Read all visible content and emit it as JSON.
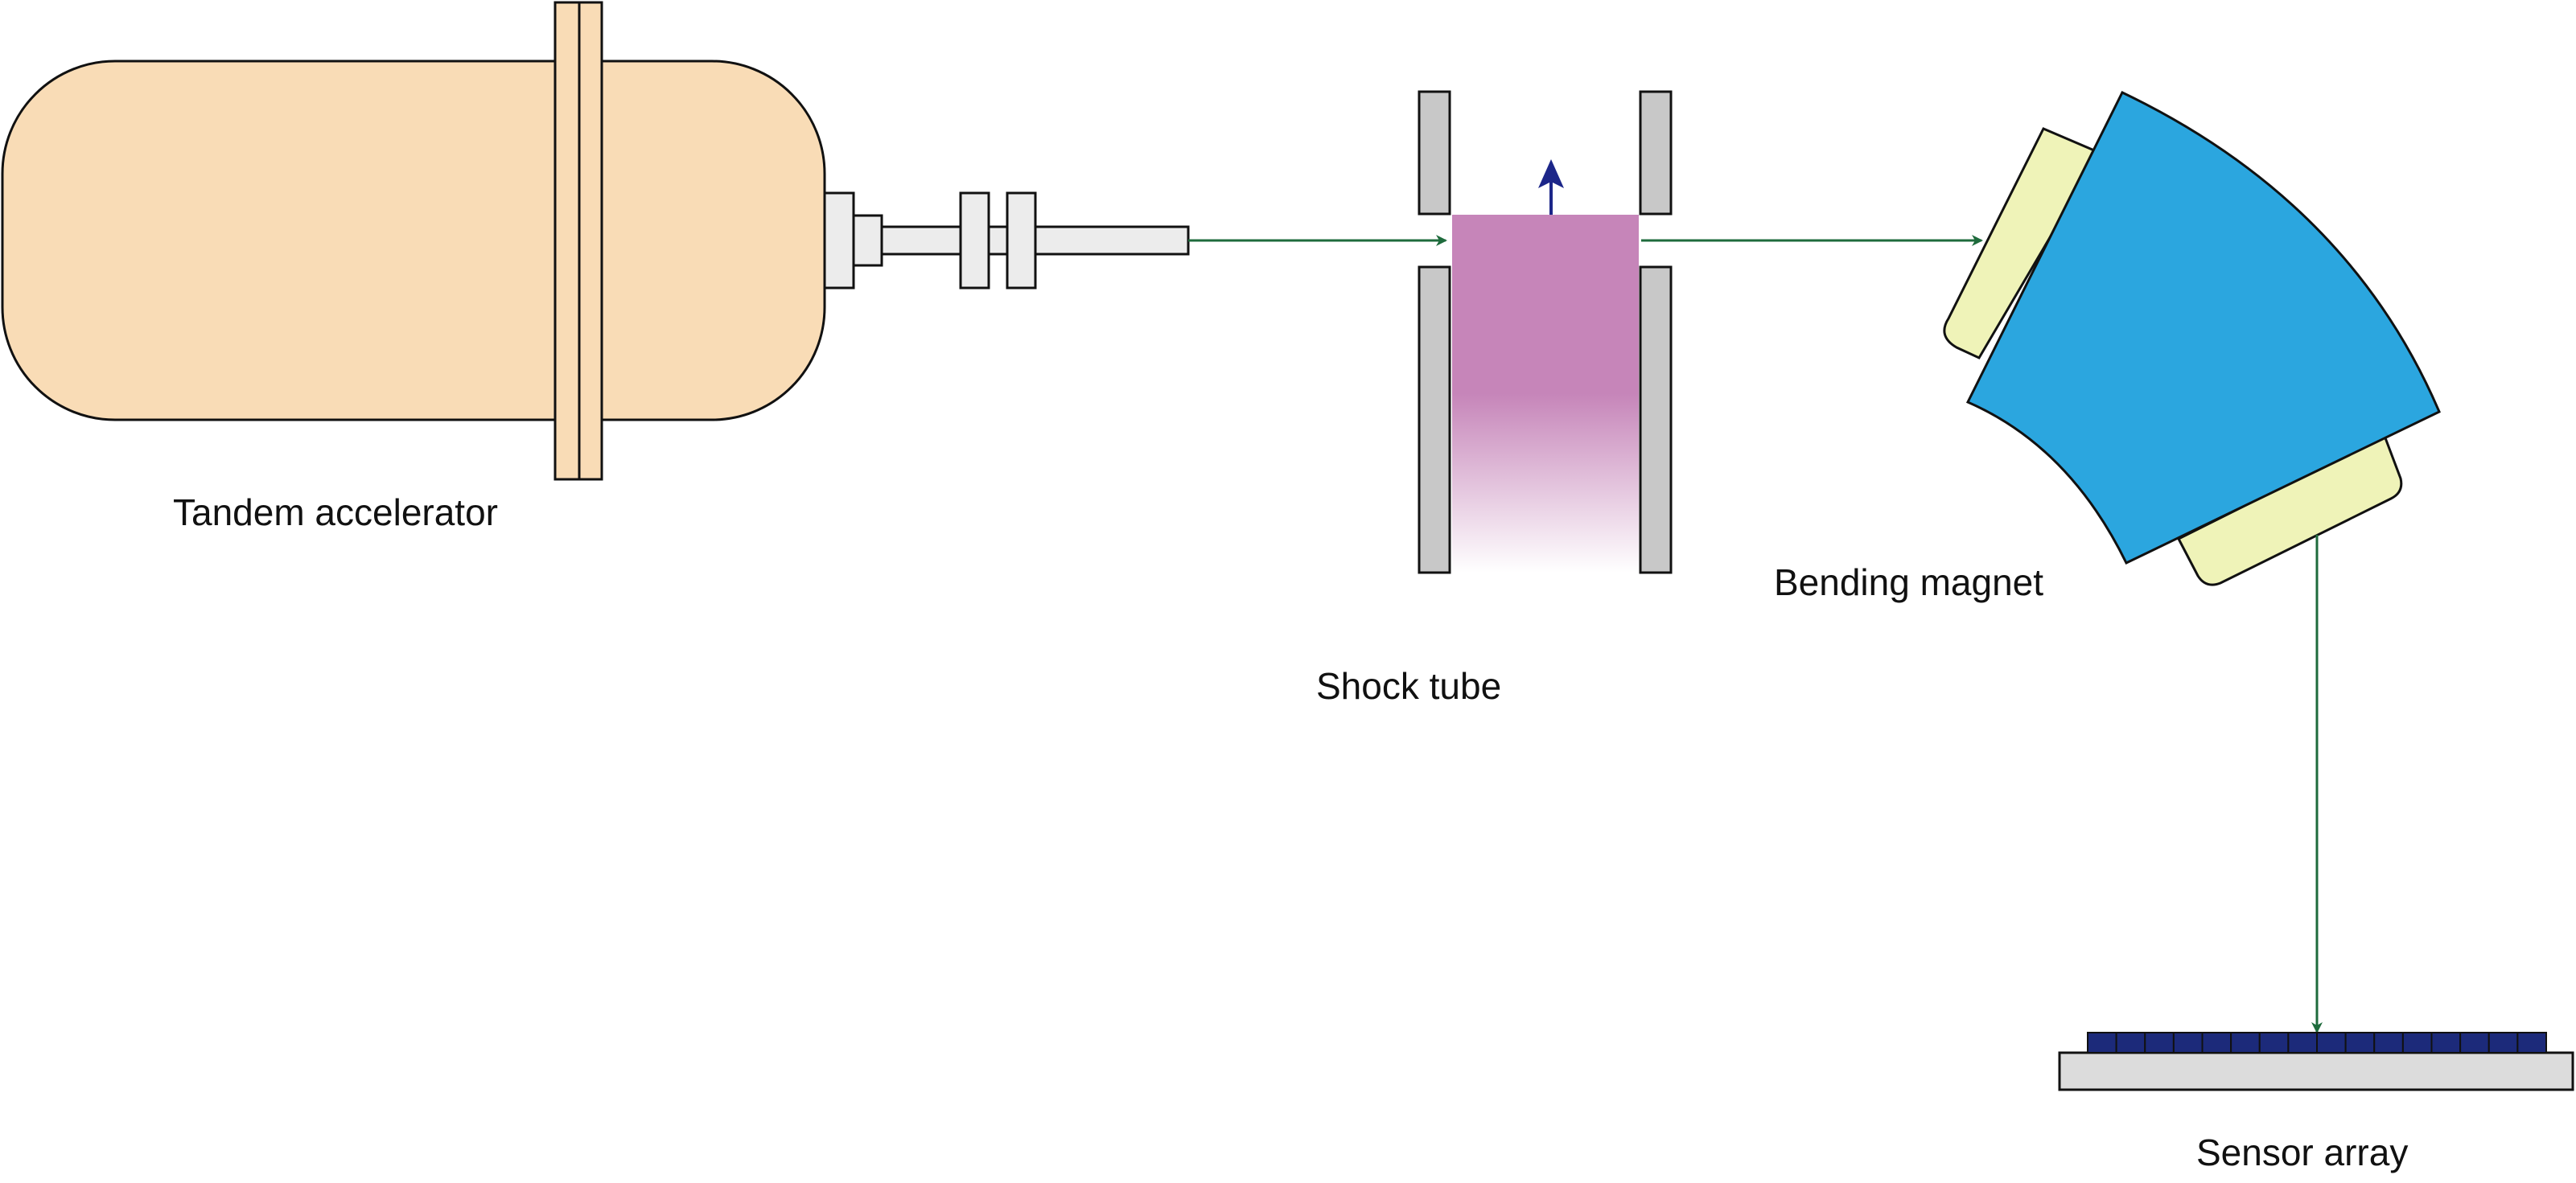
{
  "labels": {
    "accelerator": "Tandem accelerator",
    "shock_tube": "Shock tube",
    "magnet": "Bending magnet",
    "sensor": "Sensor array"
  },
  "colors": {
    "accelerator_fill": "#f9dcb6",
    "pipe_fill": "#ececec",
    "wall_fill": "#c8c8c8",
    "gas_top": "#c685b9",
    "gas_bottom": "#ffffff",
    "magnet_fill": "#2ba6df",
    "pole_fill": "#eff3b8",
    "beam": "#1e6b3c",
    "shock_arrow": "#1c2689",
    "sensor_pixel": "#1c2a7a",
    "sensor_base": "#dcdcdc",
    "outline": "#111111"
  },
  "sensor_pixel_count": 16
}
